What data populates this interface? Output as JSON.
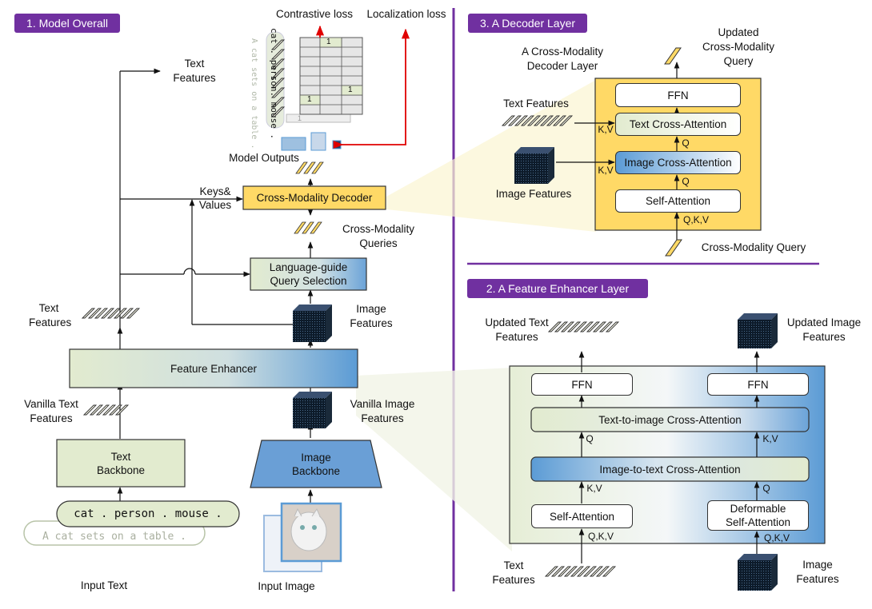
{
  "sections": {
    "overall": "1. Model Overall",
    "decoder_layer": "3. A Decoder Layer",
    "enhancer_layer": "2. A Feature Enhancer Layer"
  },
  "overall": {
    "contrastive_loss": "Contrastive loss",
    "localization_loss": "Localization loss",
    "text_features_top": "Text\nFeatures",
    "model_outputs": "Model Outputs",
    "keys_values": "Keys&\nValues",
    "cross_modality_decoder": "Cross-Modality Decoder",
    "cross_modality_queries": "Cross-Modality\nQueries",
    "language_guide": "Language-guide\nQuery Selection",
    "text_features_mid": "Text\nFeatures",
    "image_features_mid": "Image\nFeatures",
    "feature_enhancer": "Feature Enhancer",
    "vanilla_text": "Vanilla Text\nFeatures",
    "vanilla_image": "Vanilla Image\nFeatures",
    "text_backbone": "Text\nBackbone",
    "image_backbone": "Image\nBackbone",
    "prompt_main": "cat . person . mouse .",
    "prompt_alt": "A cat sets on a table .",
    "input_text": "Input Text",
    "input_image": "Input Image",
    "rot_prompt_main": "cat . person. mouse .",
    "rot_prompt_alt": "A cat sets on a table .",
    "grid_one": "1"
  },
  "decoder": {
    "title": "A Cross-Modality\nDecoder Layer",
    "updated_query": "Updated\nCross-Modality\nQuery",
    "text_features": "Text Features",
    "image_features": "Image Features",
    "ffn": "FFN",
    "text_cross": "Text Cross-Attention",
    "image_cross": "Image Cross-Attention",
    "self_attention": "Self-Attention",
    "kv1": "K,V",
    "kv2": "K,V",
    "q1": "Q",
    "q2": "Q",
    "qkv": "Q,K,V",
    "cross_query": "Cross-Modality Query"
  },
  "enhancer": {
    "updated_text": "Updated Text\nFeatures",
    "updated_image": "Updated Image\nFeatures",
    "ffn_left": "FFN",
    "ffn_right": "FFN",
    "text_to_image": "Text-to-image Cross-Attention",
    "image_to_text": "Image-to-text Cross-Attention",
    "self_attention": "Self-Attention",
    "deformable": "Deformable\nSelf-Attention",
    "q_left": "Q",
    "kv_right": "K,V",
    "kv_left": "K,V",
    "q_right": "Q",
    "qkv_left": "Q,K,V",
    "qkv_right": "Q,K,V",
    "text_features": "Text\nFeatures",
    "image_features": "Image\nFeatures"
  },
  "colors": {
    "purple": "#7030a0",
    "green_box": "#e2ebcf",
    "blue_box": "#5b9bd5",
    "yellow_box": "#ffd966",
    "red_arrow": "#e00000"
  }
}
